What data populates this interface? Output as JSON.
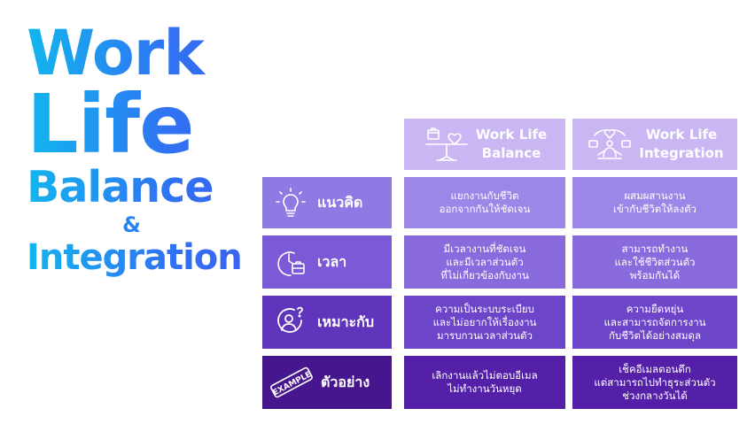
{
  "title": {
    "line1": "Work",
    "line2": "Life",
    "line3": "Balance",
    "line4": "&",
    "line5": "Integration"
  },
  "columns": [
    {
      "label_1": "Work Life",
      "label_2": "Balance",
      "icon": "balance-scale-icon"
    },
    {
      "label_1": "Work Life",
      "label_2": "Integration",
      "icon": "meditation-icon"
    }
  ],
  "rows": [
    {
      "label": "แนวคิด",
      "icon": "lightbulb-icon",
      "balance": "แยกงานกับชีวิต\nออกจากกันให้ชัดเจน",
      "integration": "ผสมผสานงาน\nเข้ากับชีวิตให้ลงตัว"
    },
    {
      "label": "เวลา",
      "icon": "clock-briefcase-icon",
      "balance": "มีเวลางานที่ชัดเจน\nและมีเวลาส่วนตัว\nที่ไม่เกี่ยวข้องกับงาน",
      "integration": "สามารถทำงาน\nและใช้ชีวิตส่วนตัว\nพร้อมกันได้"
    },
    {
      "label": "เหมาะกับ",
      "icon": "person-question-icon",
      "balance": "ความเป็นระบบระเบียบ\nและไม่อยากให้เรื่องงาน\nมารบกวนเวลาส่วนตัว",
      "integration": "ความยืดหยุ่น\nและสามารถจัดการงาน\nกับชีวิตได้อย่างสมดุล"
    },
    {
      "label": "ตัวอย่าง",
      "icon": "example-stamp-icon",
      "stamp_text": "EXAMPLE",
      "balance": "เลิกงานแล้วไม่ตอบอีเมล\nไม่ทำงานวันหยุด",
      "integration": "เช็คอีเมลตอนดึก\nแต่สามารถไปทำธุระส่วนตัว\nช่วงกลางวันได้"
    }
  ]
}
